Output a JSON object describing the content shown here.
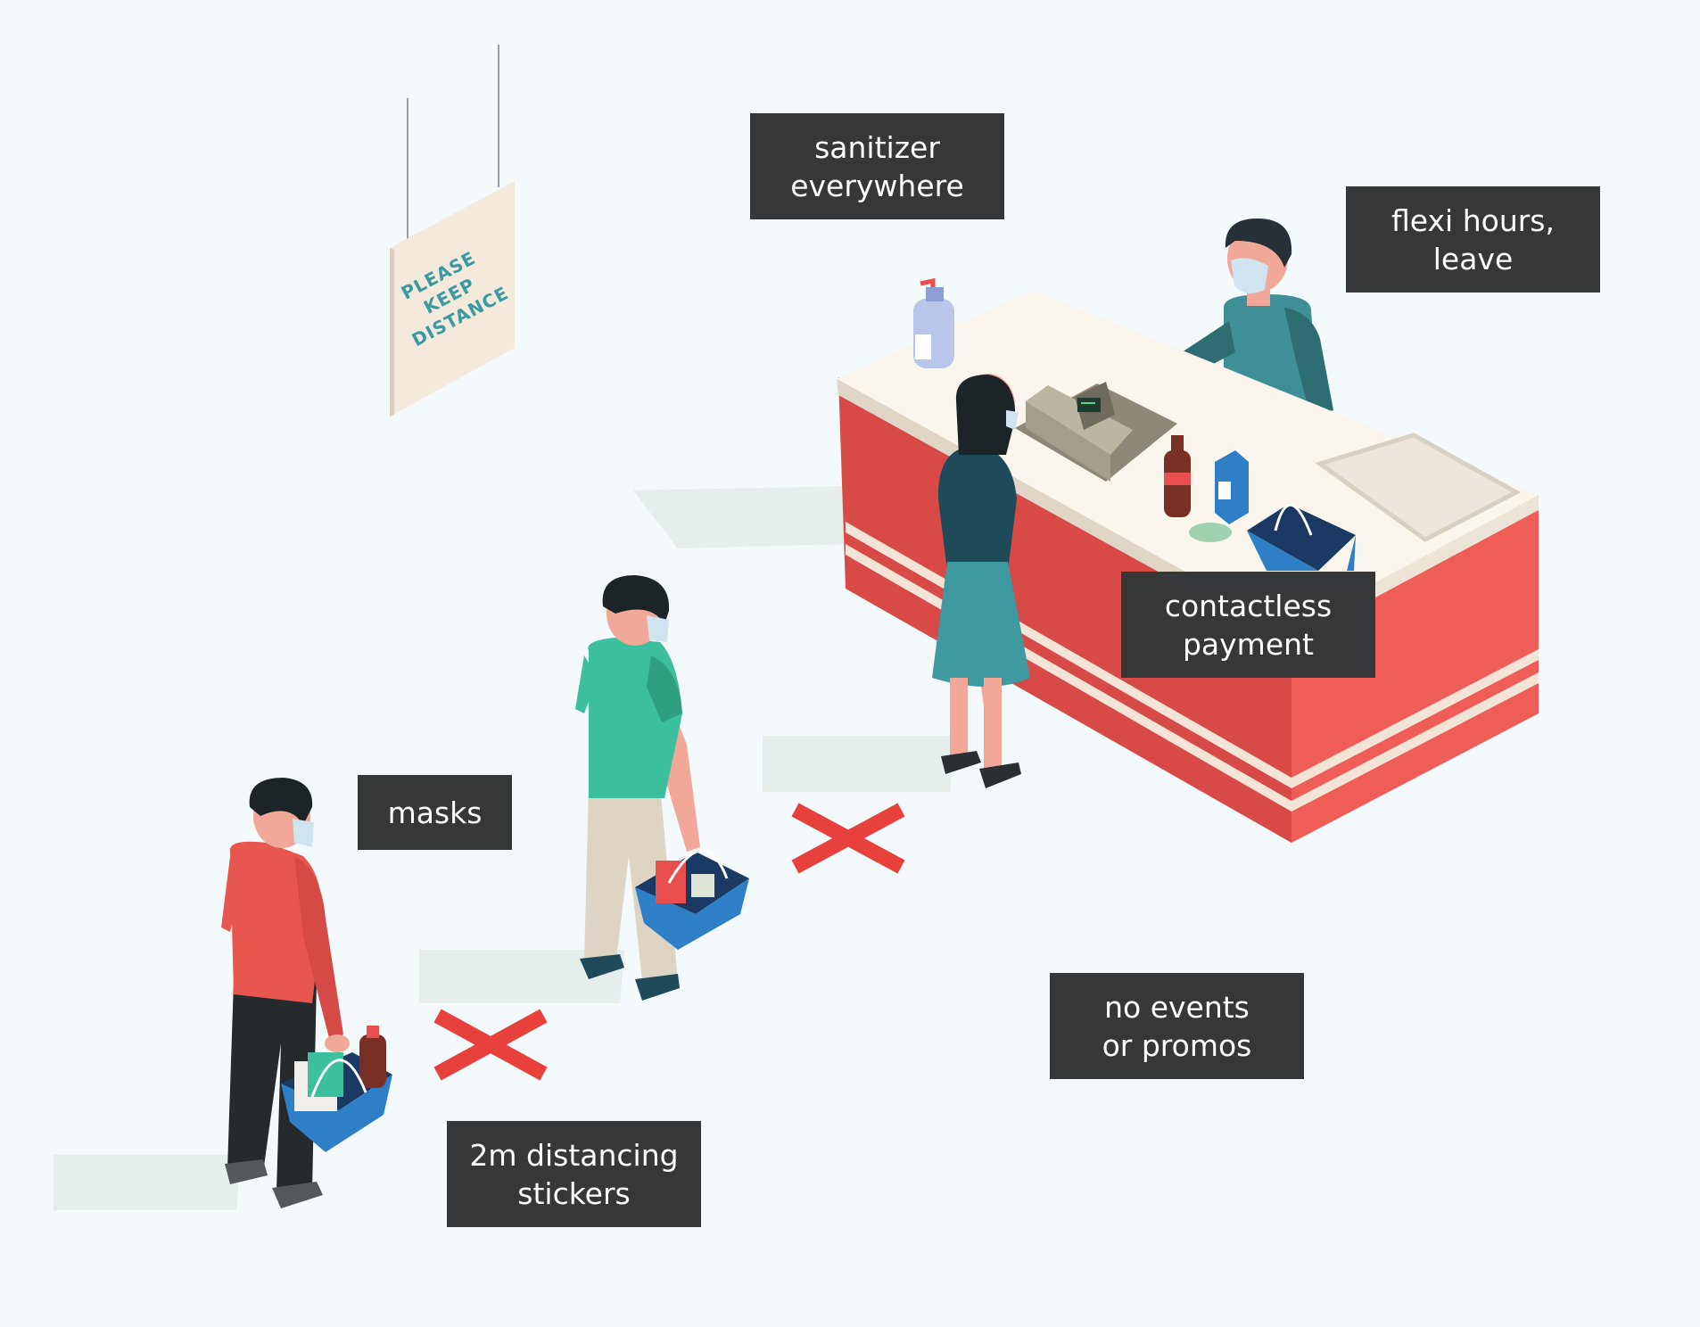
{
  "sign": {
    "line1": "PLEASE",
    "line2": "KEEP",
    "line3": "DISTANCE"
  },
  "labels": {
    "sanitizer": "sanitizer\neverywhere",
    "flexi": "flexi hours,\nleave",
    "contactless": "contactless\npayment",
    "masks": "masks",
    "no_events": "no events\nor promos",
    "stickers": "2m distancing\nstickers"
  },
  "colors": {
    "background": "#f4f9fc",
    "label_bg": "#363739",
    "counter_red": "#e8504f",
    "counter_top": "#faf6ee",
    "sticker_red": "#e8403d",
    "sign_text": "#3a9aa0"
  }
}
